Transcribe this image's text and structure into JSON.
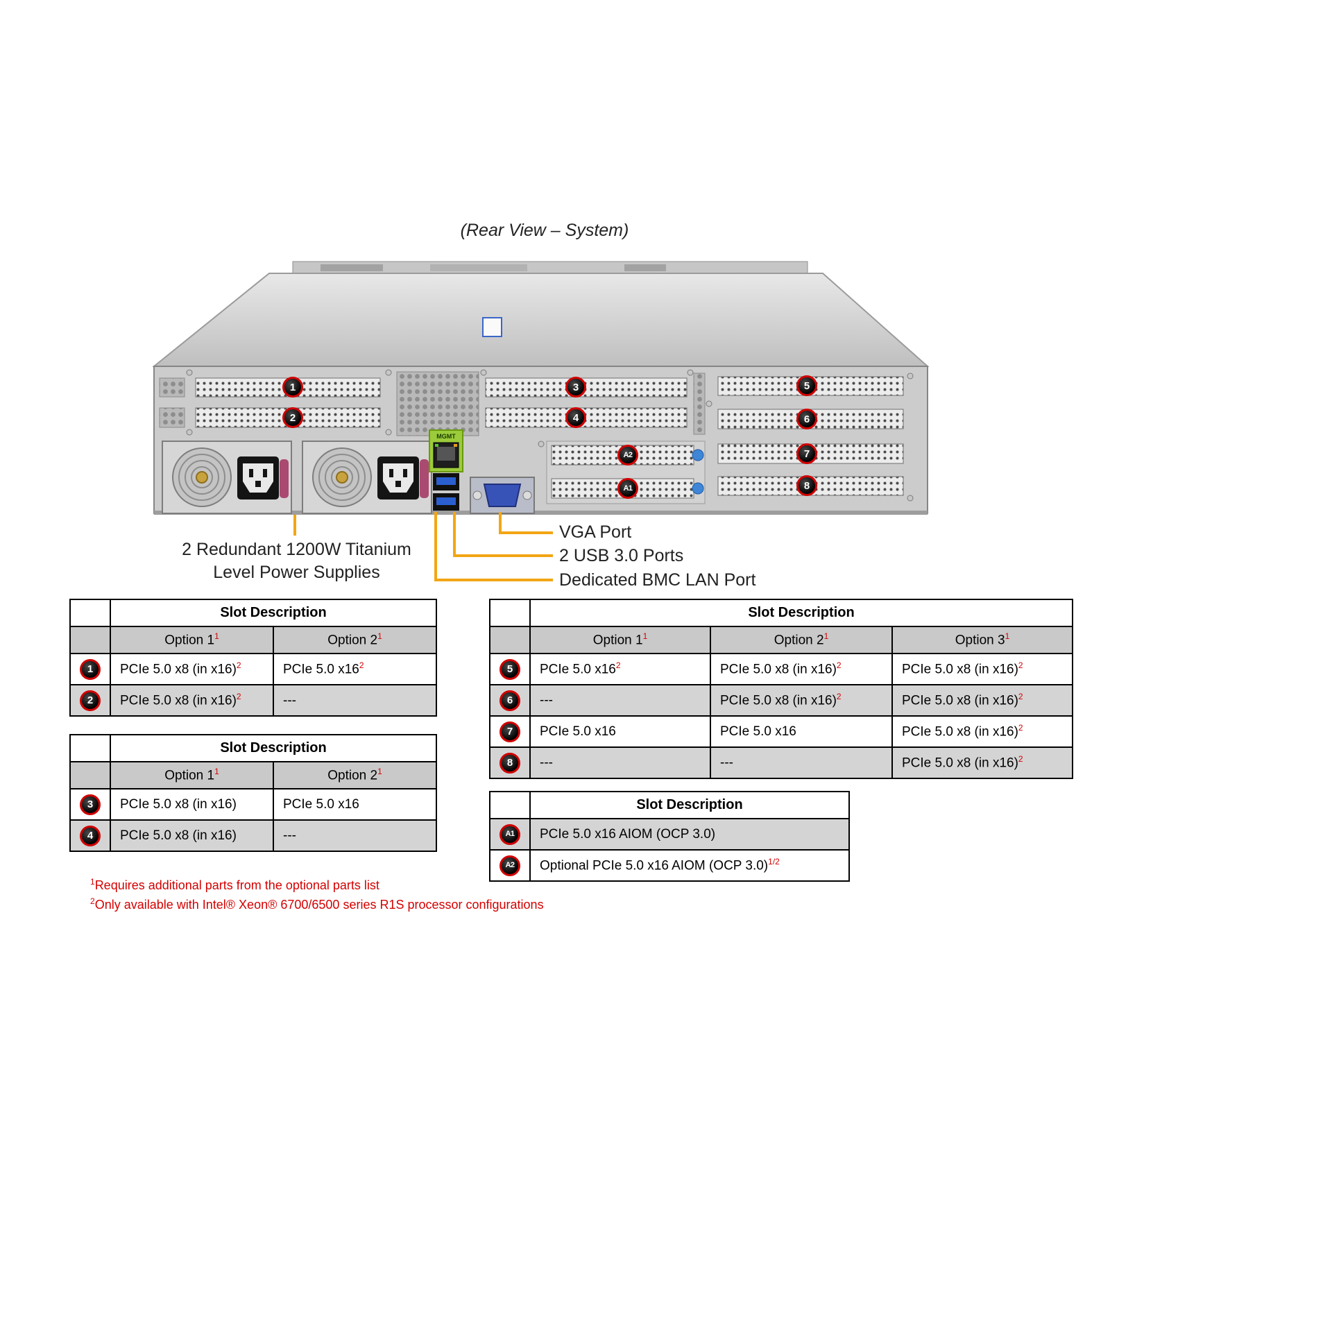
{
  "title": "(Rear View – System)",
  "server": {
    "mgmt_label": "MGMT",
    "badges": [
      "1",
      "2",
      "3",
      "4",
      "5",
      "6",
      "7",
      "8",
      "A2",
      "A1"
    ]
  },
  "callouts": {
    "vga": "VGA Port",
    "usb": "2 USB 3.0 Ports",
    "bmc": "Dedicated BMC LAN Port",
    "psu_line1": "2 Redundant 1200W Titanium",
    "psu_line2": "Level Power Supplies"
  },
  "tables": {
    "slots12": {
      "title": "Slot Description",
      "options": [
        {
          "label": "Option 1",
          "sup": "1"
        },
        {
          "label": "Option 2",
          "sup": "1"
        }
      ],
      "rows": [
        {
          "badge": "1",
          "cells": [
            {
              "text": "PCIe 5.0 x8 (in x16)",
              "sup": "2"
            },
            {
              "text": "PCIe 5.0 x16",
              "sup": "2"
            }
          ]
        },
        {
          "badge": "2",
          "cells": [
            {
              "text": "PCIe 5.0 x8 (in x16)",
              "sup": "2"
            },
            {
              "text": "---"
            }
          ]
        }
      ]
    },
    "slots34": {
      "title": "Slot Description",
      "options": [
        {
          "label": "Option 1",
          "sup": "1"
        },
        {
          "label": "Option 2",
          "sup": "1"
        }
      ],
      "rows": [
        {
          "badge": "3",
          "cells": [
            {
              "text": "PCIe 5.0 x8 (in x16)"
            },
            {
              "text": "PCIe 5.0 x16"
            }
          ]
        },
        {
          "badge": "4",
          "cells": [
            {
              "text": "PCIe 5.0 x8 (in x16)"
            },
            {
              "text": "---"
            }
          ]
        }
      ]
    },
    "slots58": {
      "title": "Slot Description",
      "options": [
        {
          "label": "Option 1",
          "sup": "1"
        },
        {
          "label": "Option 2",
          "sup": "1"
        },
        {
          "label": "Option 3",
          "sup": "1"
        }
      ],
      "rows": [
        {
          "badge": "5",
          "cells": [
            {
              "text": "PCIe 5.0 x16",
              "sup": "2"
            },
            {
              "text": "PCIe 5.0 x8 (in x16)",
              "sup": "2"
            },
            {
              "text": "PCIe 5.0 x8 (in x16)",
              "sup": "2"
            }
          ]
        },
        {
          "badge": "6",
          "cells": [
            {
              "text": "---"
            },
            {
              "text": "PCIe 5.0 x8 (in x16)",
              "sup": "2"
            },
            {
              "text": "PCIe 5.0 x8 (in x16)",
              "sup": "2"
            }
          ]
        },
        {
          "badge": "7",
          "cells": [
            {
              "text": "PCIe 5.0 x16"
            },
            {
              "text": "PCIe 5.0 x16"
            },
            {
              "text": "PCIe 5.0 x8 (in x16)",
              "sup": "2"
            }
          ]
        },
        {
          "badge": "8",
          "cells": [
            {
              "text": "---"
            },
            {
              "text": "---"
            },
            {
              "text": "PCIe 5.0 x8 (in x16)",
              "sup": "2"
            }
          ]
        }
      ]
    },
    "aiom": {
      "title": "Slot Description",
      "rows": [
        {
          "badge": "A1",
          "cells": [
            {
              "text": "PCIe 5.0 x16 AIOM (OCP 3.0)"
            }
          ]
        },
        {
          "badge": "A2",
          "cells": [
            {
              "text": "Optional PCIe 5.0 x16 AIOM (OCP 3.0)",
              "sup": "1/2"
            }
          ]
        }
      ]
    }
  },
  "footnotes": [
    {
      "sup": "1",
      "text": "Requires additional parts from the optional parts list"
    },
    {
      "sup": "2",
      "text": "Only available with Intel® Xeon® 6700/6500 series R1S processor configurations"
    }
  ]
}
